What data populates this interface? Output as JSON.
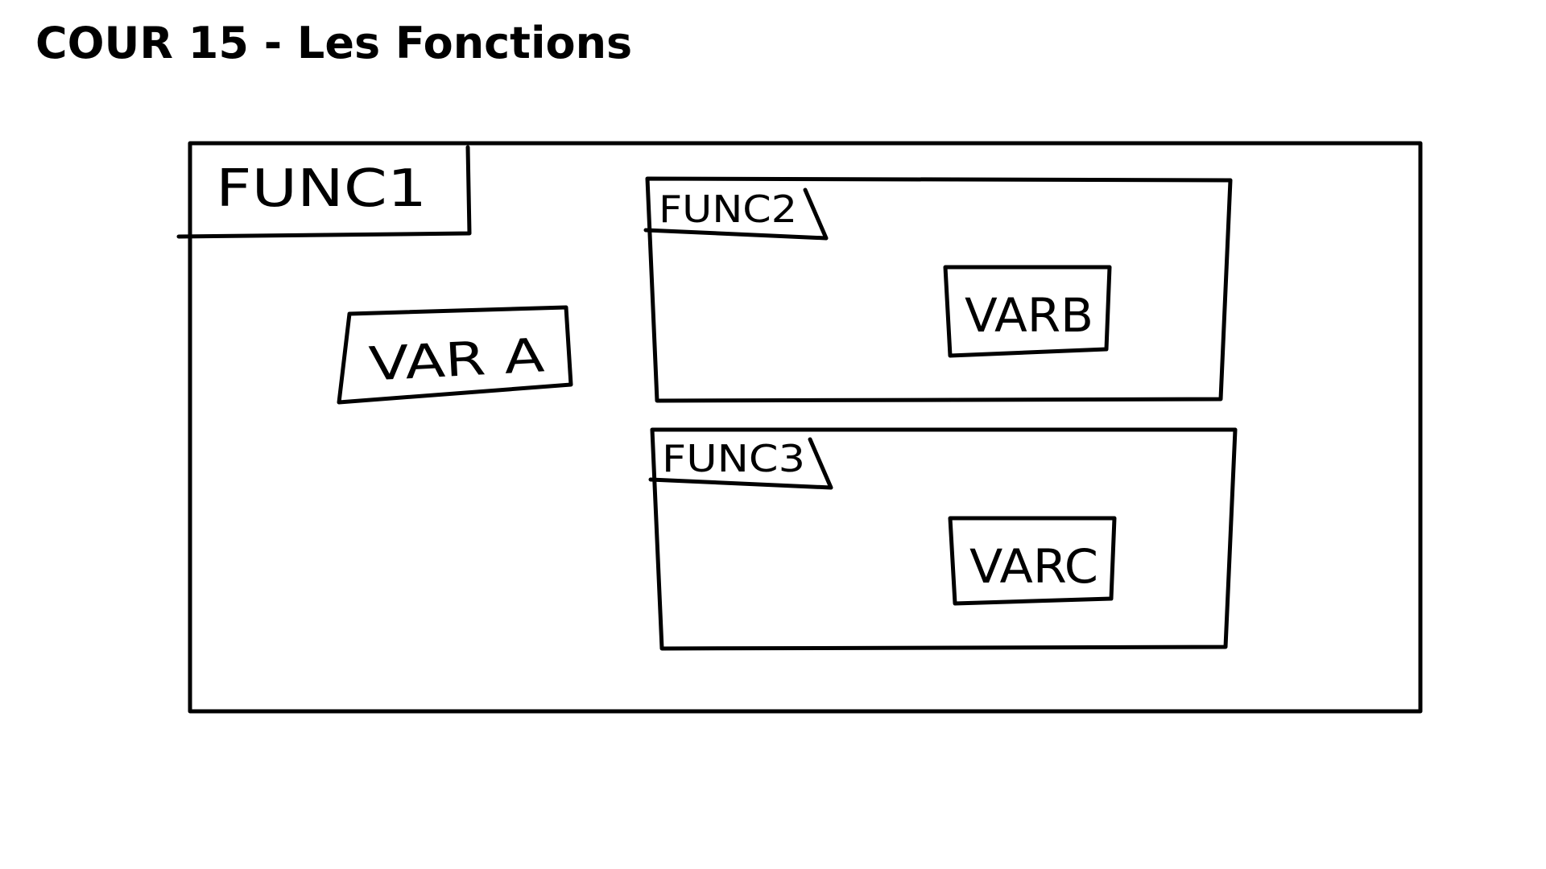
{
  "page": {
    "title": "COUR 15 - Les Fonctions"
  },
  "diagram": {
    "func1": {
      "label": "FUNC1"
    },
    "var_a": {
      "label": "VAR A"
    },
    "func2": {
      "label": "FUNC2"
    },
    "var_b": {
      "label": "VARB"
    },
    "func3": {
      "label": "FUNC3"
    },
    "var_c": {
      "label": "VARC"
    }
  },
  "colors": {
    "ink": "#000000",
    "background": "#ffffff"
  }
}
